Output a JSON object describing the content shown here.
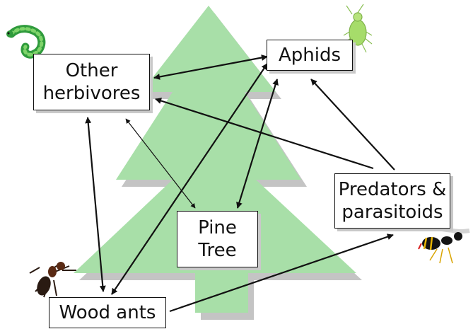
{
  "nodes": {
    "other_herbivores": "Other\nherbivores",
    "aphids": "Aphids",
    "predators": "Predators &\nparasitoids",
    "pine_tree": "Pine\nTree",
    "wood_ants": "Wood ants"
  },
  "colors": {
    "tree_fill": "#a8dfa8",
    "tree_shadow": "#c4c4c4",
    "arrow": "#111111",
    "caterpillar": "#3bb34a",
    "aphid": "#a6dc6a",
    "ant": "#2a1a12",
    "wasp": "#141414"
  },
  "icons": [
    "caterpillar-icon",
    "aphid-icon",
    "ant-icon",
    "wasp-icon"
  ]
}
